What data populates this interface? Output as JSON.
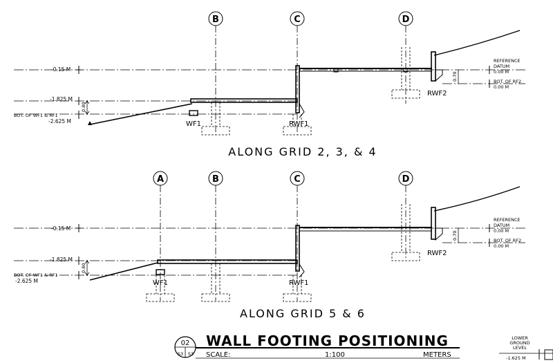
{
  "grids": {
    "a": "A",
    "b": "B",
    "c": "C",
    "d": "D"
  },
  "section1": {
    "caption": "ALONG GRID 2, 3, & 4",
    "level_top": "-0.15 M",
    "level_mid": "-1.825 M",
    "bot_label": "BOT. OF WF1 & RF1",
    "level_bot": "-2.625 M",
    "dim_left": "0.80",
    "dim_right": "0.70",
    "ref_label": "REFERENCE",
    "datum_label": "DATUM",
    "datum_value": "0.00 M",
    "bot_rf2_label": "BOT. OF RF2",
    "bot_rf2_value": "0.00 M",
    "wf1": "WF1",
    "rwf1": "RWF1",
    "rwf2": "RWF2"
  },
  "section2": {
    "caption": "ALONG GRID 5 & 6",
    "level_top": "-0.15 M",
    "level_mid": "-1.825 M",
    "bot_label": "BOT. OF WF1 & RF1",
    "level_bot": "-2.625 M",
    "dim_left": "0.80",
    "dim_right": "0.70",
    "ref_label": "REFERENCE",
    "datum_label": "DATUM",
    "datum_value": "0.00 M",
    "bot_rf2_label": "BOT. OF RF2",
    "bot_rf2_value": "0.00 M",
    "wf1": "WF1",
    "rwf1": "RWF1",
    "rwf2": "RWF2"
  },
  "titleblock": {
    "number": "02",
    "sheet_a": "S3",
    "sheet_b": "S3",
    "title": "WALL FOOTING POSITIONING",
    "scale_label": "SCALE:",
    "scale_value": "1:100",
    "units": "METERS"
  },
  "legend": {
    "line1": "LOWER",
    "line2": "GROUND",
    "line3": "LEVEL",
    "value": "-1.625 M"
  }
}
